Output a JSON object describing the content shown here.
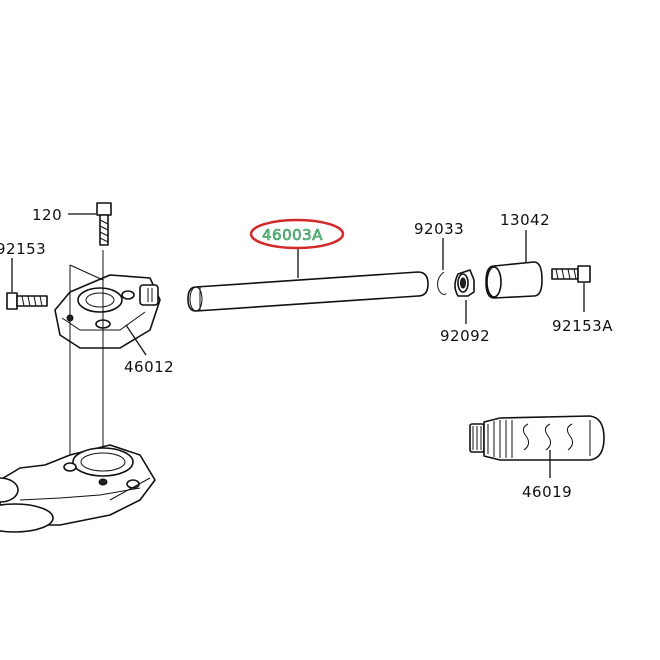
{
  "labels": {
    "bolt_top": "120",
    "bolt_left": "92153",
    "clamp": "46012",
    "handlebar": "46003A",
    "circlip": "92033",
    "collar": "92092",
    "weight": "13042",
    "bolt_right": "92153A",
    "grip": "46019"
  },
  "colors": {
    "highlight_ring": "#d12a2a",
    "highlight_fill": "#6fcf8a",
    "highlight_text": "#2e8b57",
    "line": "#111111"
  }
}
